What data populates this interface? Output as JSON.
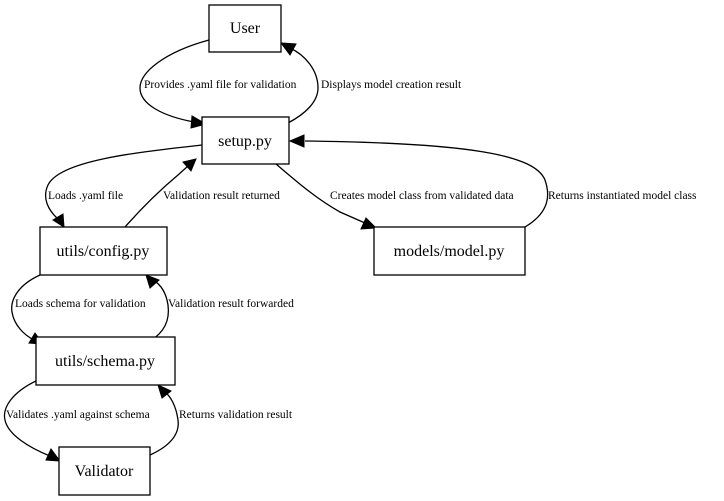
{
  "diagram": {
    "nodes": {
      "user": "User",
      "setup": "setup.py",
      "config": "utils/config.py",
      "model": "models/model.py",
      "schema": "utils/schema.py",
      "validator": "Validator"
    },
    "edges": {
      "user_to_setup": "Provides .yaml file for validation",
      "setup_to_user": "Displays model creation result",
      "setup_to_config": "Loads .yaml file",
      "config_to_setup": "Validation result returned",
      "setup_to_model": "Creates model class from validated data",
      "model_to_setup": "Returns instantiated model class",
      "config_to_schema": "Loads schema for validation",
      "schema_to_config": "Validation result forwarded",
      "schema_to_validator": "Validates .yaml against schema",
      "validator_to_schema": "Returns validation result"
    }
  }
}
